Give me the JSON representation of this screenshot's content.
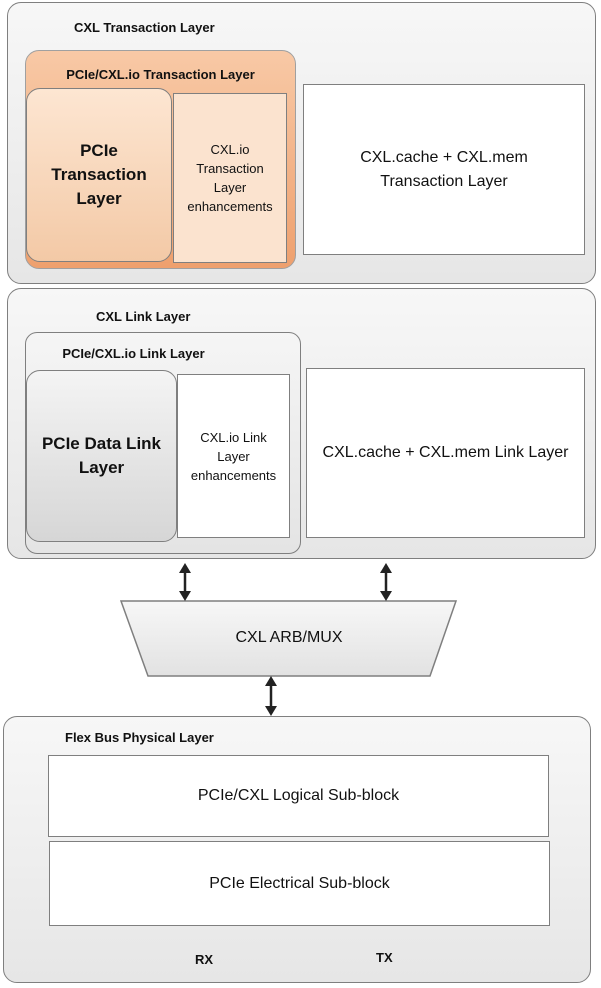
{
  "transaction_layer": {
    "title": "CXL Transaction Layer",
    "pcie_cxlio_group_title": "PCIe/CXL.io Transaction Layer",
    "pcie_block_label": "PCIe Transaction Layer",
    "cxlio_enhancements_label": "CXL.io Transaction Layer enhancements",
    "cache_mem_label": "CXL.cache + CXL.mem Transaction Layer"
  },
  "link_layer": {
    "title": "CXL Link Layer",
    "pcie_cxlio_group_title": "PCIe/CXL.io Link Layer",
    "pcie_block_label": "PCIe Data Link Layer",
    "cxlio_enhancements_label": "CXL.io Link Layer enhancements",
    "cache_mem_label": "CXL.cache + CXL.mem Link Layer"
  },
  "arb_mux": {
    "label": "CXL ARB/MUX"
  },
  "physical_layer": {
    "title": "Flex Bus Physical Layer",
    "logical_label": "PCIe/CXL Logical Sub-block",
    "electrical_label": "PCIe Electrical Sub-block",
    "rx_label": "RX",
    "tx_label": "TX"
  },
  "colors": {
    "orange_group": "#eea06e",
    "orange_box": "#fde6d2",
    "border": "#7f7f7f",
    "group_fill": "#e6e6e6"
  }
}
